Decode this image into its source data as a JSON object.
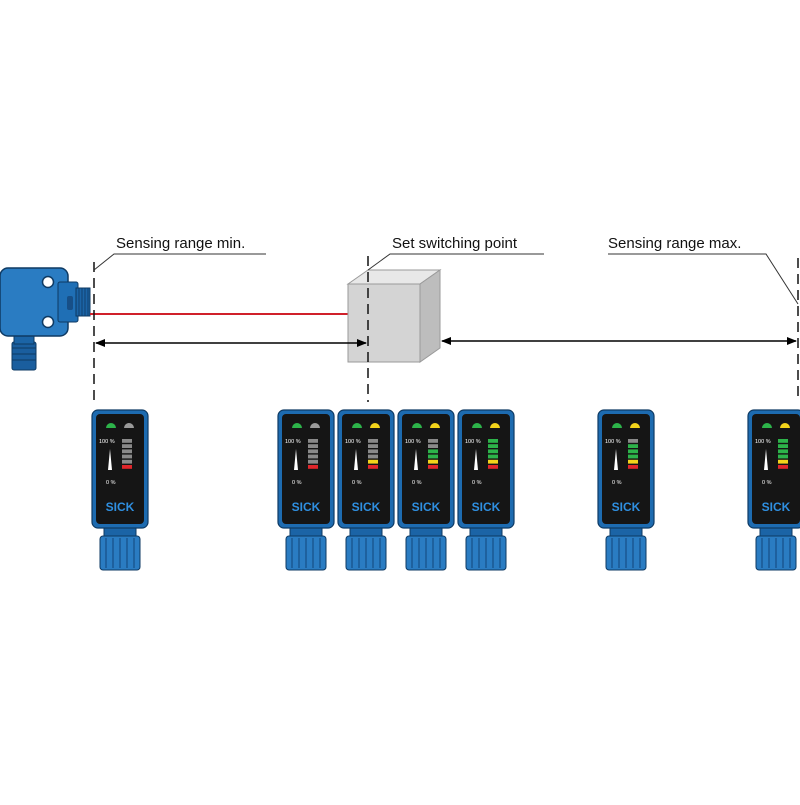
{
  "labels": {
    "min": "Sensing range min.",
    "switch": "Set switching point",
    "max": "Sensing range max."
  },
  "panel": {
    "brand": "SICK",
    "scale_top": "100 %",
    "scale_bottom": "0 %"
  },
  "colors": {
    "sensor_blue": "#1f6fb5",
    "laser": "#d0202a",
    "led_green": "#2db34a",
    "led_yellow": "#f2d31b",
    "led_off": "#9a9a9a",
    "bar_red": "#e0262b",
    "bar_yellow": "#f2d31b",
    "bar_green": "#2db34a",
    "bar_off": "#8a8a8a"
  },
  "indicators": [
    {
      "name": "indicator-min",
      "status_led": "green",
      "output_led": "off",
      "bars_lit": 1
    },
    {
      "name": "indicator-switch-1",
      "status_led": "green",
      "output_led": "off",
      "bars_lit": 1
    },
    {
      "name": "indicator-switch-2",
      "status_led": "green",
      "output_led": "yellow",
      "bars_lit": 2
    },
    {
      "name": "indicator-switch-3",
      "status_led": "green",
      "output_led": "yellow",
      "bars_lit": 4
    },
    {
      "name": "indicator-switch-4",
      "status_led": "green",
      "output_led": "yellow",
      "bars_lit": 6
    },
    {
      "name": "indicator-mid",
      "status_led": "green",
      "output_led": "yellow",
      "bars_lit": 5
    },
    {
      "name": "indicator-max",
      "status_led": "green",
      "output_led": "yellow",
      "bars_lit": 6
    }
  ]
}
